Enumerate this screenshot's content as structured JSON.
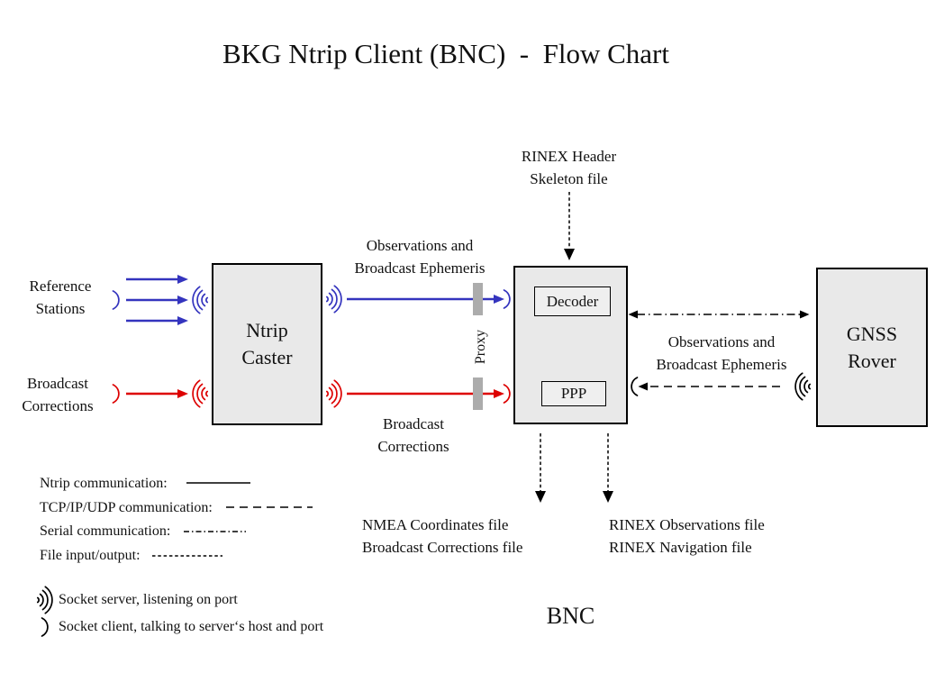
{
  "title": "BKG Ntrip Client (BNC)  -  Flow Chart",
  "colors": {
    "blue": "#3434BE",
    "red": "#DD0000",
    "box_fill": "#E9E9E9",
    "box_border": "#000000",
    "proxy_gray": "#ACACAC"
  },
  "nodes": {
    "ntrip_caster": {
      "label": "Ntrip\nCaster"
    },
    "bnc": {
      "label": "BNC",
      "decoder_label": "Decoder",
      "ppp_label": "PPP"
    },
    "gnss_rover": {
      "label": "GNSS\nRover"
    }
  },
  "labels": {
    "reference_stations": "Reference\nStations",
    "broadcast_corrections_left": "Broadcast\nCorrections",
    "observations_ephemeris_mid": "Observations and\nBroadcast Ephemeris",
    "proxy": "Proxy",
    "broadcast_corrections_mid": "Broadcast\nCorrections",
    "rinex_header_skeleton": "RINEX Header\nSkeleton file",
    "observations_ephemeris_right": "Observations and\nBroadcast Ephemeris",
    "nmea_outputs": "NMEA Coordinates file\nBroadcast Corrections file",
    "rinex_outputs": "RINEX Observations file\nRINEX Navigation file"
  },
  "legend": {
    "items": [
      {
        "label": "Ntrip communication:",
        "line_style": "solid"
      },
      {
        "label": "TCP/IP/UDP communication:",
        "line_style": "dashed"
      },
      {
        "label": "Serial communication:",
        "line_style": "dash-dot"
      },
      {
        "label": "File input/output:",
        "line_style": "fine-dashed"
      }
    ],
    "socket_server": "Socket server, listening on port",
    "socket_client": "Socket client, talking to server‘s host and port"
  }
}
